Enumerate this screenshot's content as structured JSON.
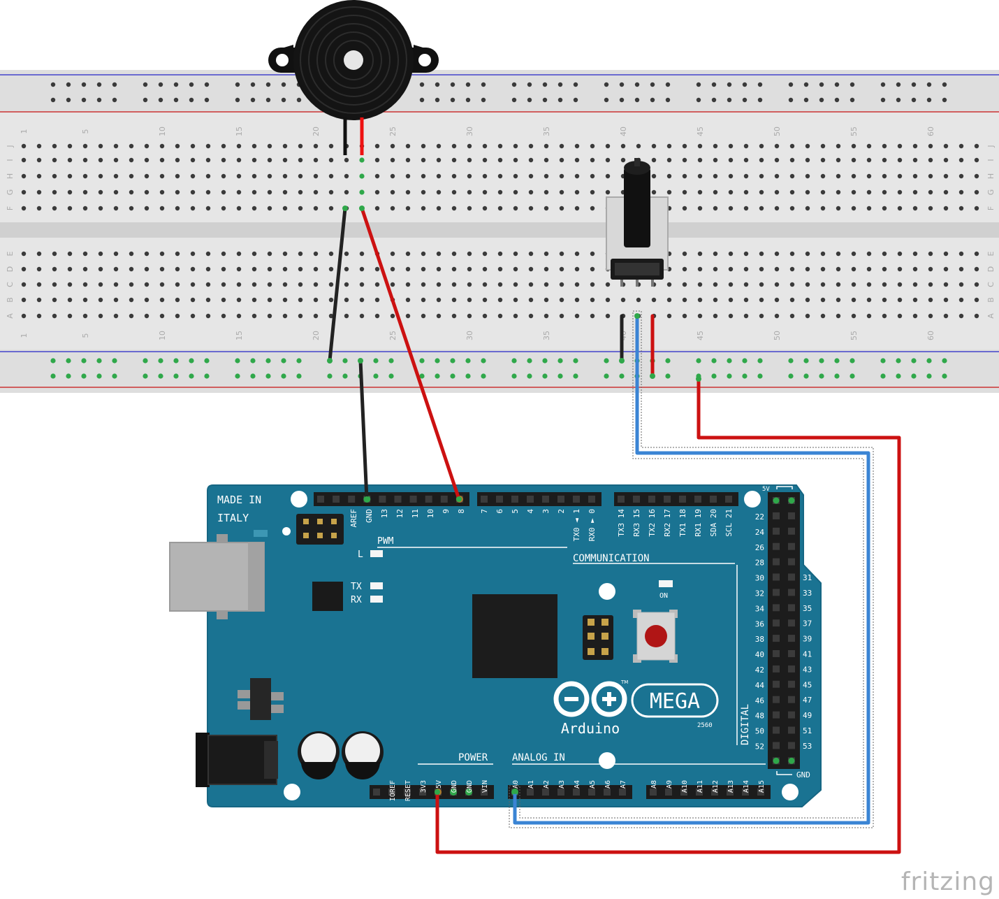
{
  "breadboard": {
    "column_numbers": [
      "1",
      "5",
      "10",
      "15",
      "20",
      "25",
      "30",
      "35",
      "40",
      "45",
      "50",
      "55",
      "60"
    ],
    "row_letters_top": [
      "J",
      "I",
      "H",
      "G",
      "F"
    ],
    "row_letters_bottom": [
      "E",
      "D",
      "C",
      "B",
      "A"
    ]
  },
  "board": {
    "made_in": "MADE IN",
    "italy": "ITALY",
    "top_pin_labels_left": [
      "AREF",
      "GND",
      "13",
      "12",
      "11",
      "10",
      "9",
      "8"
    ],
    "top_pin_labels_mid": [
      "7",
      "6",
      "5",
      "4",
      "3",
      "2",
      "TX0 ◄ 1",
      "RX0 ► 0"
    ],
    "top_pin_labels_comm": [
      "TX3 14",
      "RX3 15",
      "TX2 16",
      "RX2 17",
      "TX1 18",
      "RX1 19",
      "SDA 20",
      "SCL 21"
    ],
    "pwm": "PWM",
    "communication": "COMMUNICATION",
    "led_l": "L",
    "led_tx": "TX",
    "led_rx": "RX",
    "led_on": "ON",
    "mega": "MEGA",
    "brand": "Arduino",
    "tm": "TM",
    "model": "2560",
    "digital": "DIGITAL",
    "gnd": "GND",
    "five_v": "5V",
    "power": "POWER",
    "analog_in": "ANALOG IN",
    "power_pins": [
      "IOREF",
      "RESET",
      "3V3",
      "5V",
      "GND",
      "GND",
      "VIN"
    ],
    "analog_pins": [
      "A0",
      "A1",
      "A2",
      "A3",
      "A4",
      "A5",
      "A6",
      "A7",
      "A8",
      "A9",
      "A10",
      "A11",
      "A12",
      "A13",
      "A14",
      "A15"
    ],
    "digital_left": [
      "22",
      "24",
      "26",
      "28",
      "30",
      "32",
      "34",
      "36",
      "38",
      "40",
      "42",
      "44",
      "46",
      "48",
      "50",
      "52"
    ],
    "digital_right": [
      "31",
      "33",
      "35",
      "37",
      "39",
      "41",
      "43",
      "45",
      "47",
      "49",
      "51",
      "53"
    ]
  },
  "watermark": "fritzing",
  "colors": {
    "board": "#1a7392",
    "wire_red": "#cc1111",
    "wire_black": "#222222",
    "wire_blue": "#3a84d4",
    "breadboard": "#e4e4e4"
  }
}
